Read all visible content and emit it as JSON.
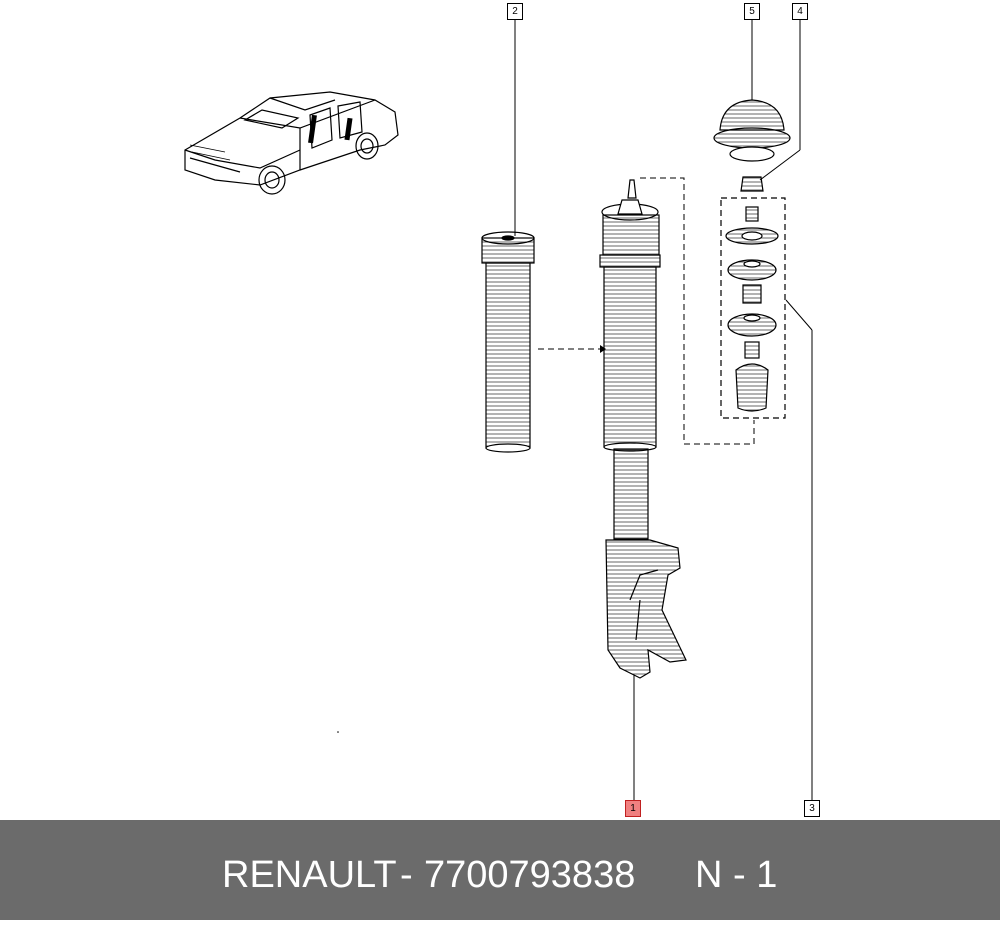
{
  "callouts": {
    "c1": "1",
    "c2": "2",
    "c3": "3",
    "c4": "4",
    "c5": "5"
  },
  "footer": {
    "brand": "RENAULT",
    "separator": "-",
    "part_number": "7700793838",
    "position_label": "N - 1"
  },
  "colors": {
    "footer_bg": "#6b6b6b",
    "highlight": "#f08080",
    "line": "#000000"
  }
}
